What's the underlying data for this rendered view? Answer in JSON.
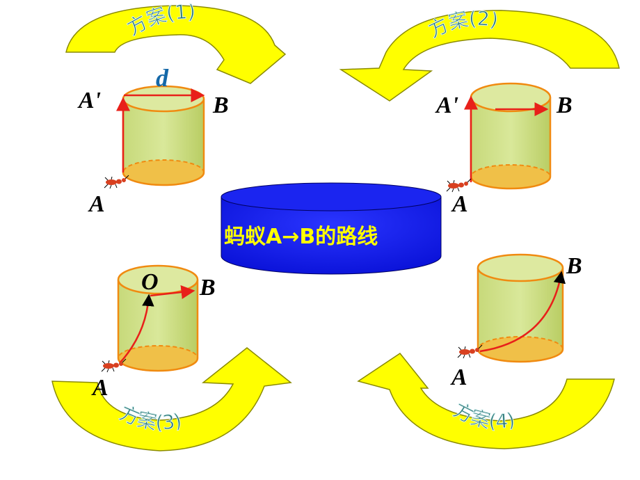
{
  "center": {
    "title": "蚂蚁A→B的路线"
  },
  "schemes": [
    {
      "label": "方案(1)"
    },
    {
      "label": "方案(2)"
    },
    {
      "label": "方案(3)"
    },
    {
      "label": "方案(4)"
    }
  ],
  "cyl1": {
    "d": "d",
    "aprime": "A'",
    "b": "B",
    "a": "A"
  },
  "cyl2": {
    "aprime": "A'",
    "b": "B",
    "a": "A"
  },
  "cyl3": {
    "o": "O",
    "b": "B",
    "a": "A"
  },
  "cyl4": {
    "b": "B",
    "a": "A"
  },
  "colors": {
    "arrow_fill": "#ffff00",
    "cylinder_side": "#d9e89a",
    "cylinder_edge": "#f08a10",
    "path_red": "#e8201a",
    "drum_blue": "#0a12d8",
    "center_text": "#ffff00",
    "label_d": "#1468a8"
  }
}
